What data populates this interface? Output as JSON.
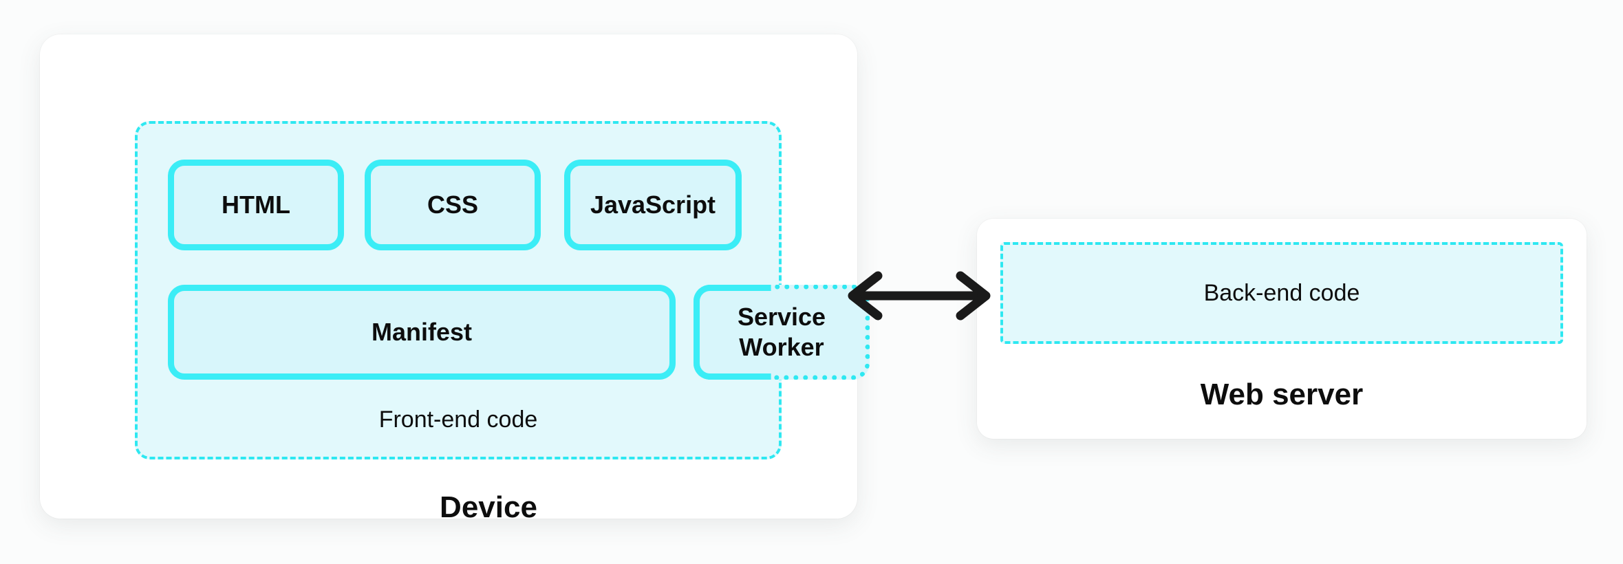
{
  "diagram": {
    "device": {
      "label": "Device",
      "frontend": {
        "label": "Front-end code",
        "boxes_row1": [
          "HTML",
          "CSS",
          "JavaScript"
        ],
        "manifest": "Manifest",
        "service_worker": "Service Worker"
      }
    },
    "web_server": {
      "label": "Web server",
      "backend": "Back-end code"
    },
    "connector": {
      "icon": "double-headed-arrow"
    },
    "colors": {
      "accent_solid_border": "#3BEDF6",
      "accent_dashed_border": "#2EE8F1",
      "group_fill": "#E2F9FC",
      "box_fill": "#D8F6FB",
      "arrow": "#1A1A1A",
      "card_fill": "#FFFFFF",
      "background": "#FBFCFC",
      "text": "#0D0D0D"
    }
  }
}
